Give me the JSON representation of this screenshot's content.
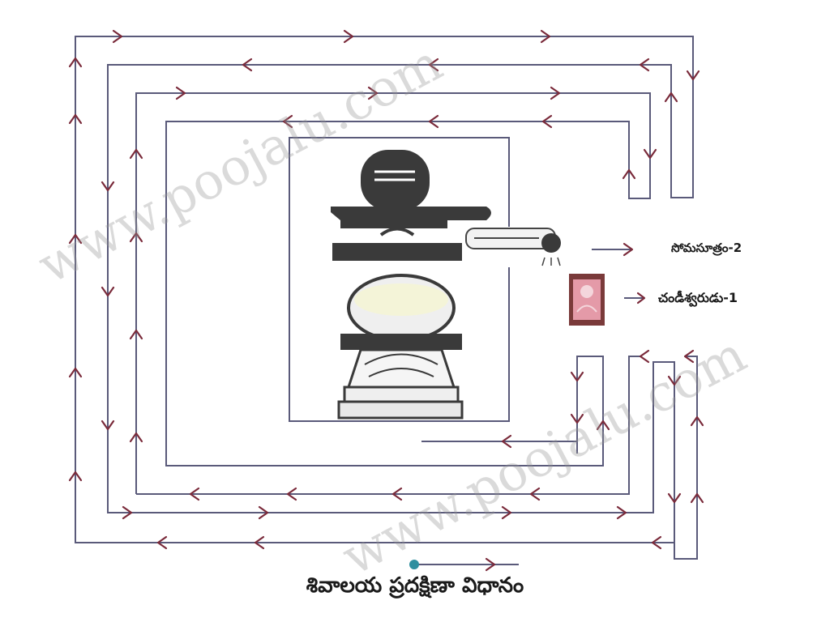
{
  "title": "శివాలయ ప్రదక్షిణా విధానం",
  "labels": {
    "somasutram": "సోమసూత్రం-2",
    "chandeeswara": "చండీశ్వరుడు-1"
  },
  "watermark": "www.poojalu.com",
  "colors": {
    "path": "#5a5a7a",
    "arrow": "#7a2a3a",
    "idol": "#3a3a3a",
    "start_dot": "#2f8f9f",
    "text": "#1a1a1a"
  }
}
